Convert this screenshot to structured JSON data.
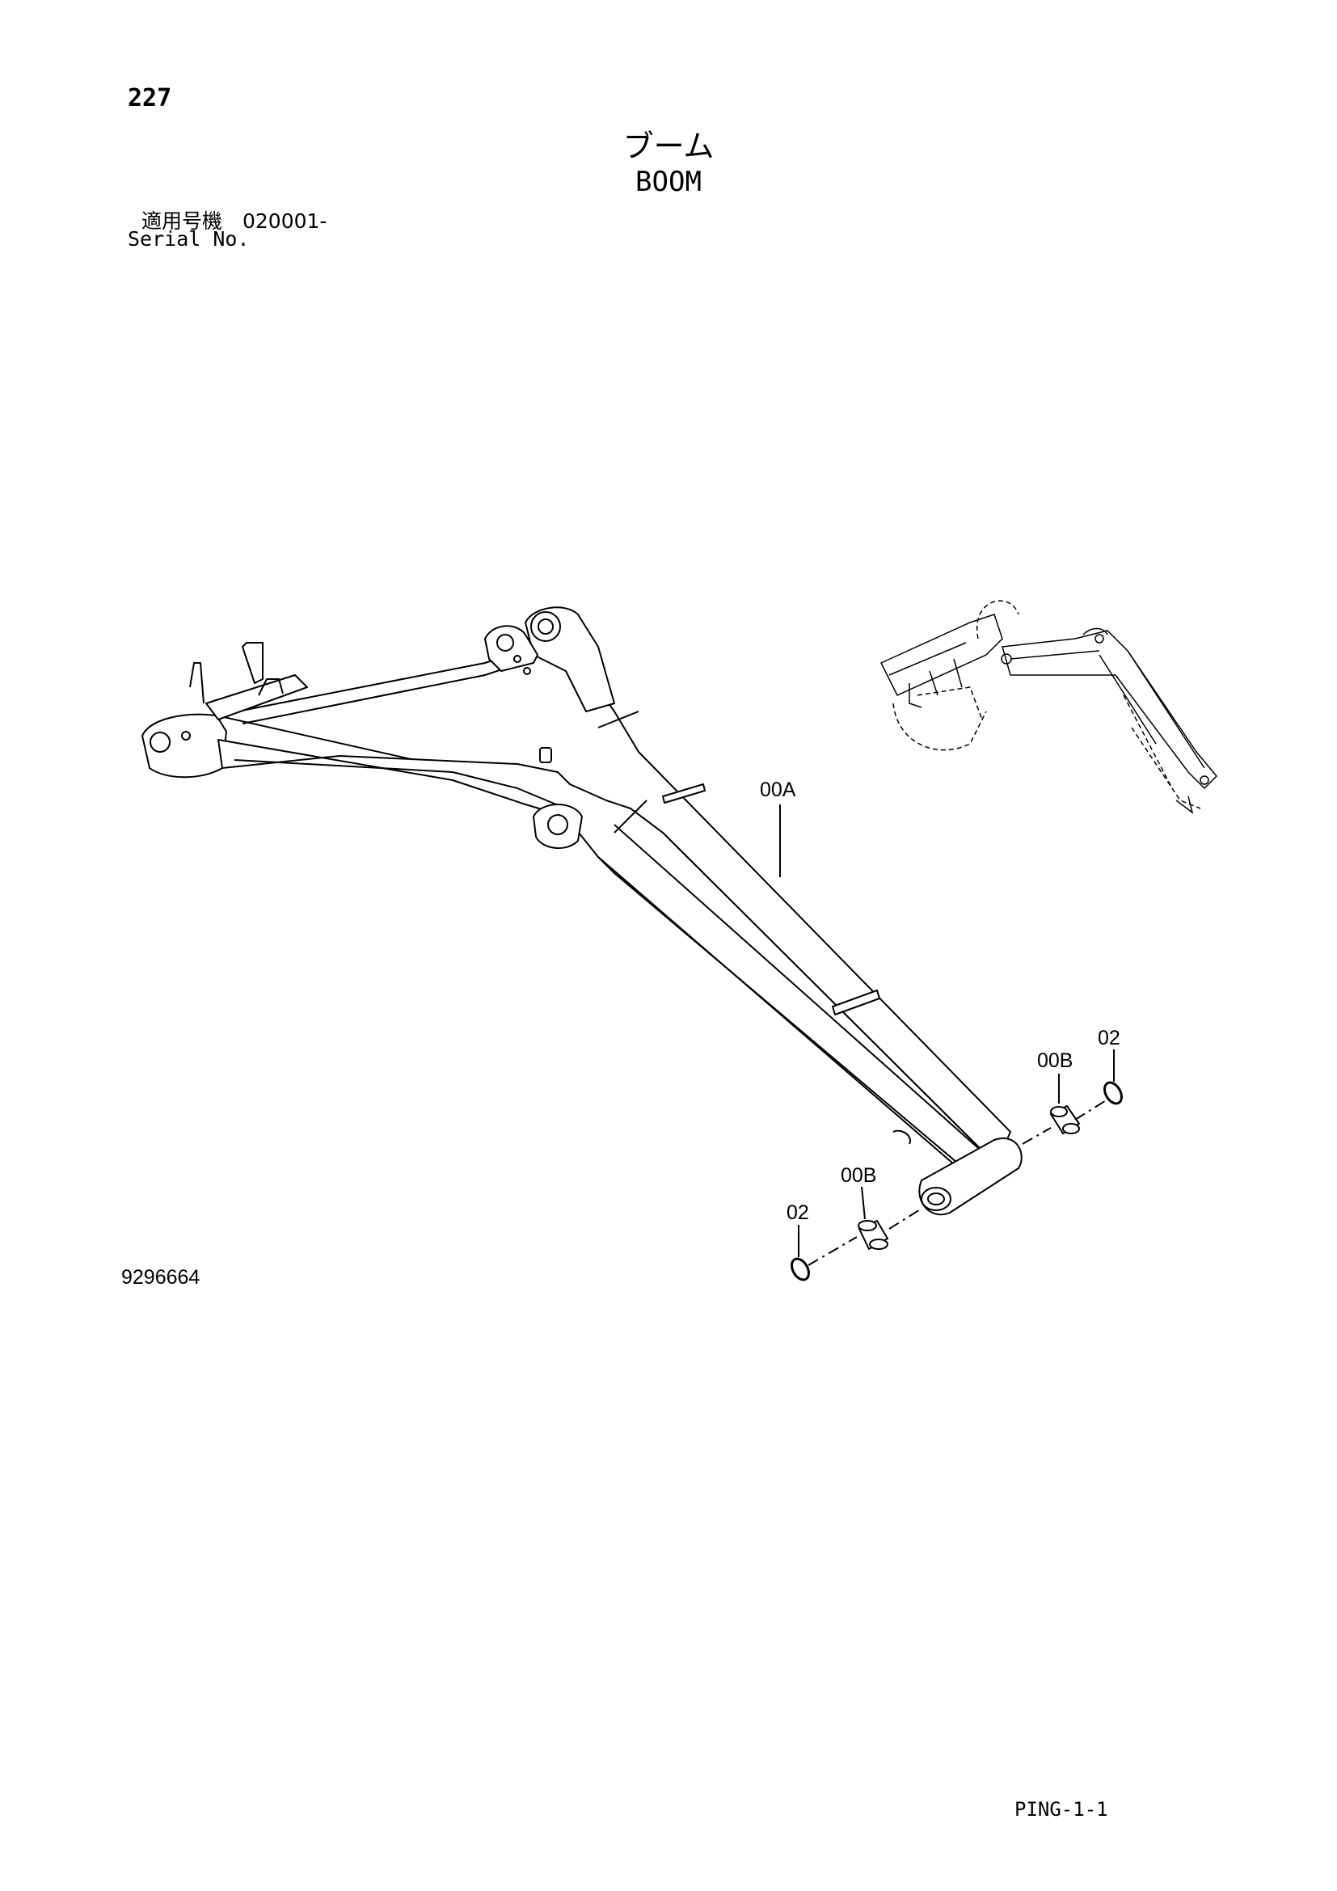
{
  "header": {
    "page_number": "227",
    "title_jp": "ブーム",
    "title_en": "BOOM",
    "serial_label_jp": "適用号機　020001-",
    "serial_label_en": "Serial No."
  },
  "callouts": {
    "boom": "00A",
    "bushing_right": "00B",
    "ring_right": "02",
    "bushing_left": "00B",
    "ring_left": "02"
  },
  "footer": {
    "drawing_number": "9296664",
    "page_code": "PING-1-1"
  }
}
